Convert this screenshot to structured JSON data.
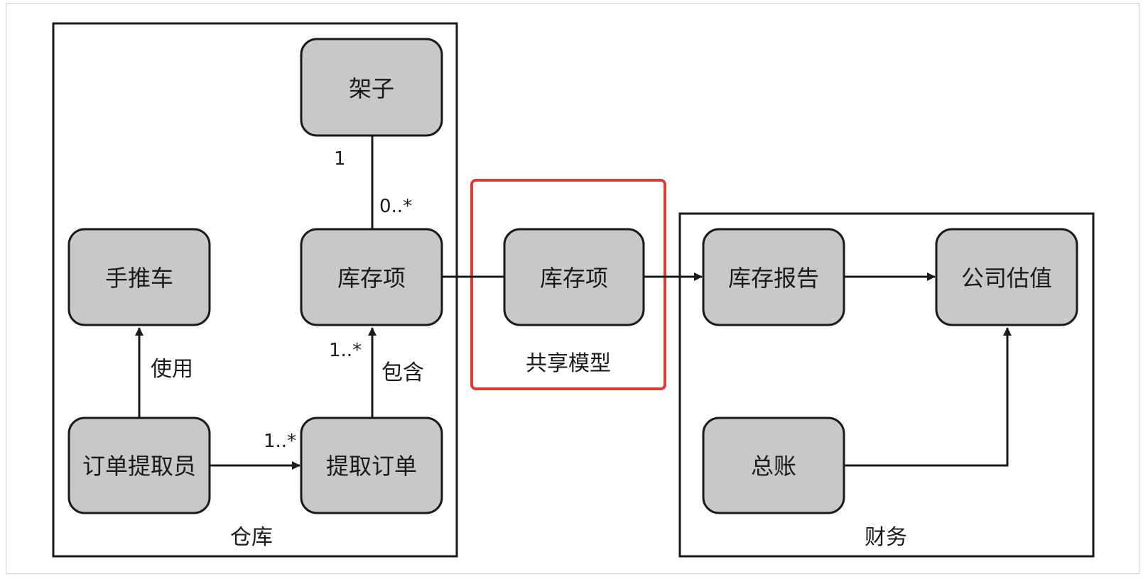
{
  "nodes": {
    "shelf": "架子",
    "cart": "手推车",
    "stock_item_wh": "库存项",
    "picker": "订单提取员",
    "pick_order": "提取订单",
    "stock_item_shared": "库存项",
    "stock_report": "库存报告",
    "company_valuation": "公司估值",
    "ledger": "总账"
  },
  "containers": {
    "warehouse": "仓库",
    "finance": "财务",
    "shared_model": "共享模型"
  },
  "edges": {
    "shelf_mult": "1",
    "stock_mult": "0..*",
    "uses": "使用",
    "contains": "包含",
    "contains_mult": "1..*",
    "pick_mult": "1..*"
  },
  "colors": {
    "node_fill": "#c8c8c8",
    "stroke": "#1a1a1a",
    "highlight": "#e03a36"
  }
}
